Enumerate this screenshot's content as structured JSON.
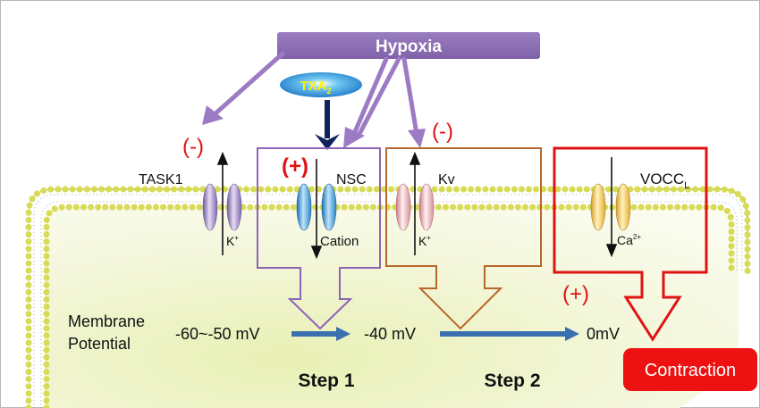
{
  "hypoxia": "Hypoxia",
  "txa": {
    "base": "TXA",
    "sub": "2"
  },
  "signs": {
    "minus": "(-)",
    "plus": "(+)"
  },
  "channels": {
    "task1": {
      "name": "TASK1",
      "ion": "K",
      "ion_sup": "+"
    },
    "nsc": {
      "name": "NSC",
      "ion": "Cation"
    },
    "kv": {
      "name": "Kv",
      "ion": "K",
      "ion_sup": "+"
    },
    "vocc": {
      "name": "VOCC",
      "name_sub": "L",
      "ion": "Ca",
      "ion_sup": "2+"
    }
  },
  "membrane_potential": {
    "label_line1": "Membrane",
    "label_line2": "Potential",
    "v1": "-60~-50 mV",
    "v2": "-40 mV",
    "v3": "0mV"
  },
  "steps": {
    "step1": "Step 1",
    "step2": "Step 2"
  },
  "contraction": "Contraction",
  "colors": {
    "hypoxia": "#8B6BAE",
    "nsc_box": "#8E63B5",
    "kv_box": "#B8672A",
    "vocc_box": "#E01212",
    "sign": "#E01212",
    "txa_arrow": "#10215C",
    "mp_arrow": "#3A6FB0",
    "contraction_bg": "#EE1111",
    "membrane_fill": "#EEF2C8"
  }
}
